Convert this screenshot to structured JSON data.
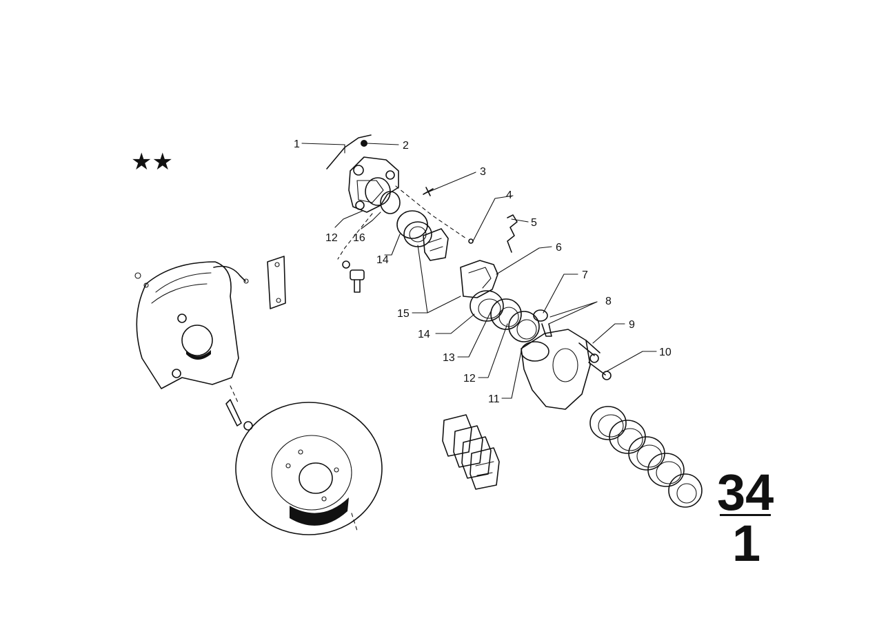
{
  "diagram": {
    "callouts": [
      {
        "id": "c1",
        "label": "1"
      },
      {
        "id": "c2",
        "label": "2"
      },
      {
        "id": "c3",
        "label": "3"
      },
      {
        "id": "c4",
        "label": "4"
      },
      {
        "id": "c5",
        "label": "5"
      },
      {
        "id": "c6",
        "label": "6"
      },
      {
        "id": "c7",
        "label": "7"
      },
      {
        "id": "c8",
        "label": "8"
      },
      {
        "id": "c9",
        "label": "9"
      },
      {
        "id": "c10",
        "label": "10"
      },
      {
        "id": "c11",
        "label": "11"
      },
      {
        "id": "c12a",
        "label": "12"
      },
      {
        "id": "c12b",
        "label": "12"
      },
      {
        "id": "c13",
        "label": "13"
      },
      {
        "id": "c14a",
        "label": "14"
      },
      {
        "id": "c14b",
        "label": "14"
      },
      {
        "id": "c15",
        "label": "15"
      },
      {
        "id": "c16",
        "label": "16"
      }
    ],
    "stars": "★★",
    "section": {
      "group": "34",
      "sub": "1"
    }
  }
}
